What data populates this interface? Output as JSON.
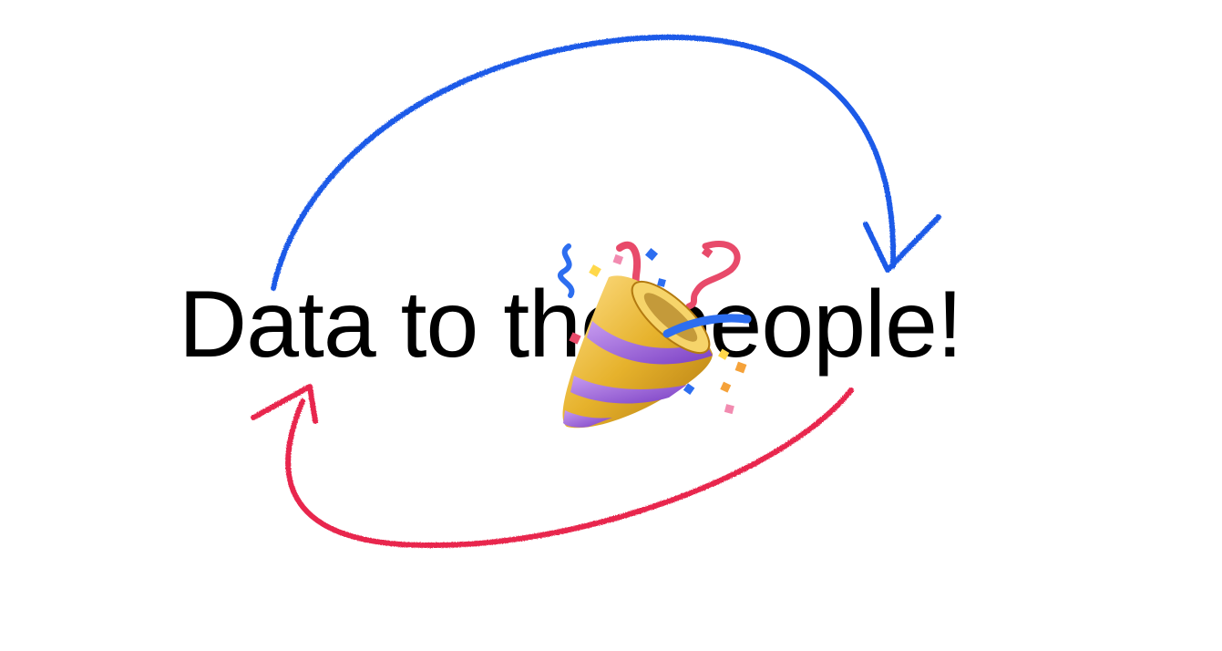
{
  "headline": {
    "text": "Data to the people!"
  },
  "colors": {
    "background": "#ffffff",
    "text": "#000000",
    "arrow_top": "#1f5ae8",
    "arrow_bottom": "#e8284e",
    "popper_gold": "#e6b22c",
    "popper_stripe": "#9b5fd6"
  },
  "icons": {
    "arrow_top": "curved-arrow-clockwise-top",
    "arrow_bottom": "curved-arrow-bottom",
    "popper": "party-popper-emoji"
  }
}
